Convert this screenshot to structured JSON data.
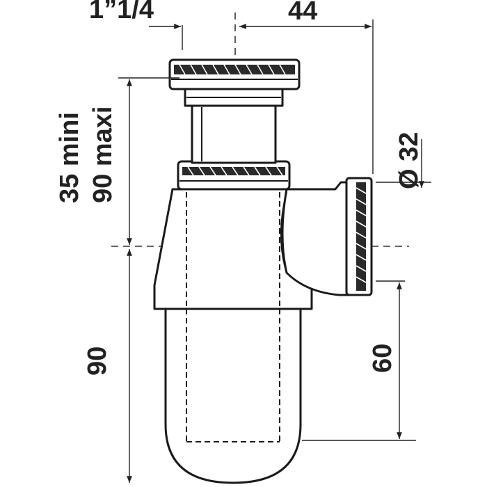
{
  "drawing": {
    "subject": "bottle-trap",
    "colors": {
      "line": "#1a1a1a",
      "body_fill": "#ffffff",
      "knurl": "#2a2a2a",
      "dimension_line": "#222222",
      "text": "#222222"
    }
  },
  "dimensions": {
    "thread_size": "1”1/4",
    "horizontal_offset": "44",
    "outlet_diameter": "Ø 32",
    "height_min": "35 mini",
    "height_max": "90 maxi",
    "lower_height": "90",
    "outlet_height": "60"
  }
}
